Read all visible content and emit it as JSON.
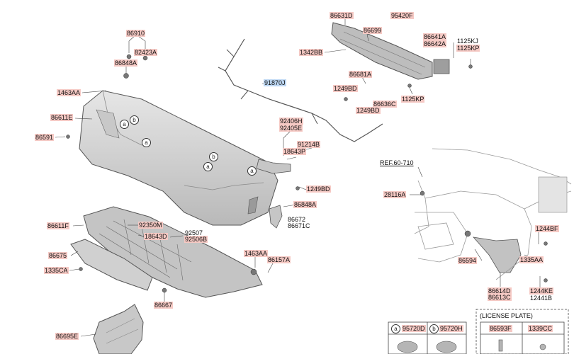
{
  "labels": {
    "p86910": "86910",
    "p82423A": "82423A",
    "p86848A_top": "86848A",
    "p1463AA_left": "1463AA",
    "p86611E": "86611E",
    "p86591": "86591",
    "p91870J": "91870J",
    "p86631D": "86631D",
    "p95420F": "95420F",
    "p86699": "86699",
    "p86641A": "86641A",
    "p86642A": "86642A",
    "p1125KJ": "1125KJ",
    "p1125KP_top": "1125KP",
    "p1342BB": "1342BB",
    "p86681A": "86681A",
    "p1249BD_a": "1249BD",
    "p1249BD_b": "1249BD",
    "p86636C": "86636C",
    "p1125KP": "1125KP",
    "p92406H": "92406H",
    "p92405E": "92405E",
    "p91214B": "91214B",
    "p18643P": "18643P",
    "p1249BD_c": "1249BD",
    "p86848A_mid": "86848A",
    "p86672": "86672",
    "p86671C": "86671C",
    "pREF": "REF.60-710",
    "p28116A": "28116A",
    "p86611F": "86611F",
    "p92350M": "92350M",
    "p18643D": "18643D",
    "p92507": "92507",
    "p92506B": "92506B",
    "p86675": "86675",
    "p1335CA": "1335CA",
    "p1463AA_right": "1463AA",
    "p86157A": "86157A",
    "p86667": "86667",
    "p86695E": "86695E",
    "p1244BF": "1244BF",
    "p86594": "86594",
    "p1335AA": "1335AA",
    "p86614D": "86614D",
    "p86613C": "86613C",
    "p1244KE": "1244KE",
    "p12441B": "12441B"
  },
  "callouts": {
    "a": "a",
    "b": "b"
  },
  "legend": {
    "a_part": "95720D",
    "b_part": "95720H",
    "license_title": "(LICENSE PLATE)",
    "license_part1": "86593F",
    "license_part2": "1339CC"
  },
  "colors": {
    "label_bg": "#f5c9c4",
    "highlight_bg": "#bcd6f2",
    "part_fill": "#d3d3d3",
    "line": "#444444"
  }
}
